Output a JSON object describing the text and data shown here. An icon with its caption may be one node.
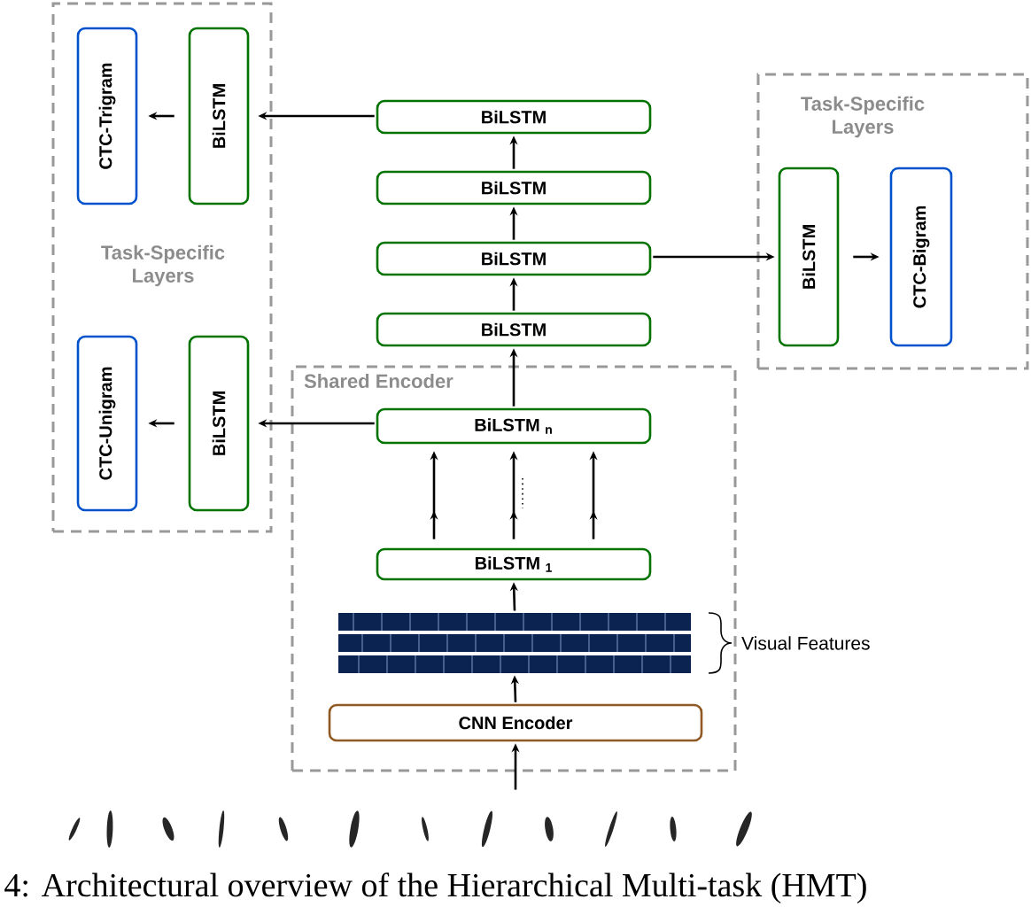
{
  "diagram": {
    "caption": "4: Architectural overview of the Hierarchical Multi-task (HMT)",
    "nodes": [
      {
        "text": [
          "Task-Specific Layers"
        ]
      },
      {
        "text": [
          "CTC-Trigram"
        ],
        "in": 0
      },
      {
        "text": [
          "BiLSTM"
        ],
        "in": 0
      },
      {
        "text": [
          "CTC-Unigram"
        ],
        "in": 0
      },
      {
        "text": [
          "BiLSTM"
        ],
        "in": 0
      },
      {
        "text": [
          "Task-Specific Layers"
        ]
      },
      {
        "text": [
          "BiLSTM"
        ],
        "in": 5
      },
      {
        "text": [
          "CTC-Bigram"
        ],
        "in": 5
      },
      {
        "text": [
          "Shared Encoder"
        ]
      },
      {
        "text": [
          "BiLSTM"
        ]
      },
      {
        "text": [
          "BiLSTM"
        ]
      },
      {
        "text": [
          "BiLSTM"
        ]
      },
      {
        "text": [
          "BiLSTM"
        ]
      },
      {
        "text": [
          "BiLSTM $_{n}$"
        ],
        "in": 8
      },
      {
        "text": [
          "BiLSTM $_{1}$"
        ],
        "in": 8
      },
      {
        "text": [],
        "shape": "picture",
        "in": 8,
        "beside": [
          "Visual Features"
        ]
      },
      {
        "text": [
          "CNN Encoder"
        ],
        "in": 8
      },
      {
        "text": [],
        "shape": "picture"
      }
    ],
    "edges": [
      {
        "from": 9,
        "to": 2,
        "arrow": "to"
      },
      {
        "from": 2,
        "to": 1,
        "arrow": "to"
      },
      {
        "from": 13,
        "to": 4,
        "arrow": "to"
      },
      {
        "from": 4,
        "to": 3,
        "arrow": "to"
      },
      {
        "from": 11,
        "to": 6,
        "arrow": "to"
      },
      {
        "from": 6,
        "to": 7,
        "arrow": "to"
      },
      {
        "from": 10,
        "to": 9,
        "arrow": "to"
      },
      {
        "from": 11,
        "to": 10,
        "arrow": "to"
      },
      {
        "from": 12,
        "to": 11,
        "arrow": "to"
      },
      {
        "from": 13,
        "to": 12,
        "arrow": "to"
      },
      {
        "from": 14,
        "to": 13,
        "arrow": "to"
      },
      {
        "from": 14,
        "to": 13,
        "arrow": "to"
      },
      {
        "from": 14,
        "to": 13,
        "arrow": "to"
      },
      {
        "from": 15,
        "to": 14,
        "arrow": "to"
      },
      {
        "from": 16,
        "to": 15,
        "arrow": "to"
      },
      {
        "from": 17,
        "to": 16,
        "arrow": "to"
      }
    ]
  }
}
